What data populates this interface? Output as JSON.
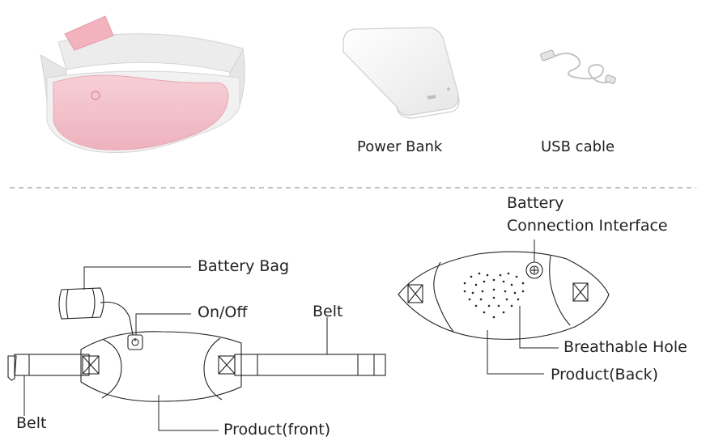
{
  "top_row": {
    "power_bank_caption": "Power Bank",
    "usb_cable_caption": "USB cable"
  },
  "front_diagram": {
    "battery_bag_label": "Battery Bag",
    "on_off_label": "On/Off",
    "belt_right_label": "Belt",
    "belt_left_label": "Belt",
    "product_front_label": "Product(front)"
  },
  "back_diagram": {
    "battery_interface_label_line1": "Battery",
    "battery_interface_label_line2": "Connection Interface",
    "breathable_hole_label": "Breathable Hole",
    "product_back_label": "Product(Back)"
  },
  "colors": {
    "product_pink": "#f4c3cc",
    "belt_gray": "#ececec",
    "line": "#222222",
    "divider": "#999999"
  }
}
